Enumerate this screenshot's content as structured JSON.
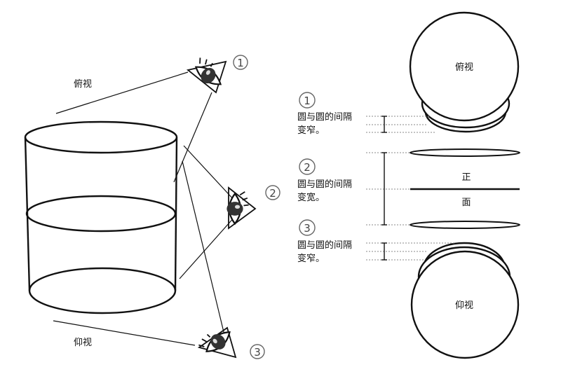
{
  "labels": {
    "top_view": "俯视",
    "bottom_view": "仰视",
    "front_upper": "正",
    "front_lower": "面",
    "view_top_disc": "俯视",
    "view_bottom_disc": "仰视"
  },
  "markers": {
    "one": "1",
    "two": "2",
    "three": "3"
  },
  "notes": {
    "n1_line1": "圆与圆的间隔",
    "n1_line2": "变窄。",
    "n2_line1": "圆与圆的间隔",
    "n2_line2": "变宽。",
    "n3_line1": "圆与圆的间隔",
    "n3_line2": "变窄。"
  },
  "icons": [
    "eye-icon"
  ],
  "colors": {
    "stroke": "#111111",
    "dotted": "#888888",
    "circle_marker": "#666666"
  }
}
